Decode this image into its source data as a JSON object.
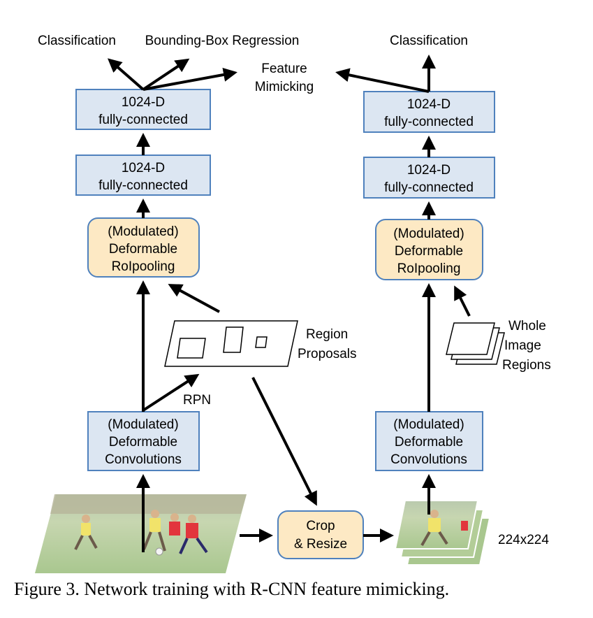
{
  "labels": {
    "classification_left": "Classification",
    "bbox_regression": "Bounding-Box Regression",
    "feature_mimicking_1": "Feature",
    "feature_mimicking_2": "Mimicking",
    "classification_right": "Classification",
    "region_proposals_1": "Region",
    "region_proposals_2": "Proposals",
    "rpn": "RPN",
    "whole_image_1": "Whole",
    "whole_image_2": "Image",
    "whole_image_3": "Regions",
    "size": "224x224"
  },
  "left": {
    "fc2": [
      "1024-D",
      "fully-connected"
    ],
    "fc1": [
      "1024-D",
      "fully-connected"
    ],
    "roipool": [
      "(Modulated)",
      "Deformable",
      "RoIpooling"
    ],
    "conv": [
      "(Modulated)",
      "Deformable",
      "Convolutions"
    ]
  },
  "right": {
    "fc2": [
      "1024-D",
      "fully-connected"
    ],
    "fc1": [
      "1024-D",
      "fully-connected"
    ],
    "roipool": [
      "(Modulated)",
      "Deformable",
      "RoIpooling"
    ],
    "conv": [
      "(Modulated)",
      "Deformable",
      "Convolutions"
    ]
  },
  "crop": [
    "Crop",
    "& Resize"
  ],
  "caption": "Figure 3. Network training with R-CNN feature mimicking."
}
